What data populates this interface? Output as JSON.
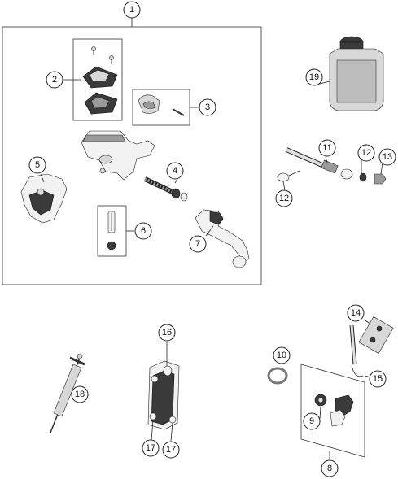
{
  "callouts": {
    "c1": "1",
    "c2": "2",
    "c3": "3",
    "c4": "4",
    "c5": "5",
    "c6": "6",
    "c7": "7",
    "c8": "8",
    "c9": "9",
    "c10": "10",
    "c11": "11",
    "c12a": "12",
    "c12b": "12",
    "c13": "13",
    "c14": "14",
    "c15": "15",
    "c16": "16",
    "c17a": "17",
    "c17b": "17",
    "c18": "18",
    "c19": "19"
  }
}
